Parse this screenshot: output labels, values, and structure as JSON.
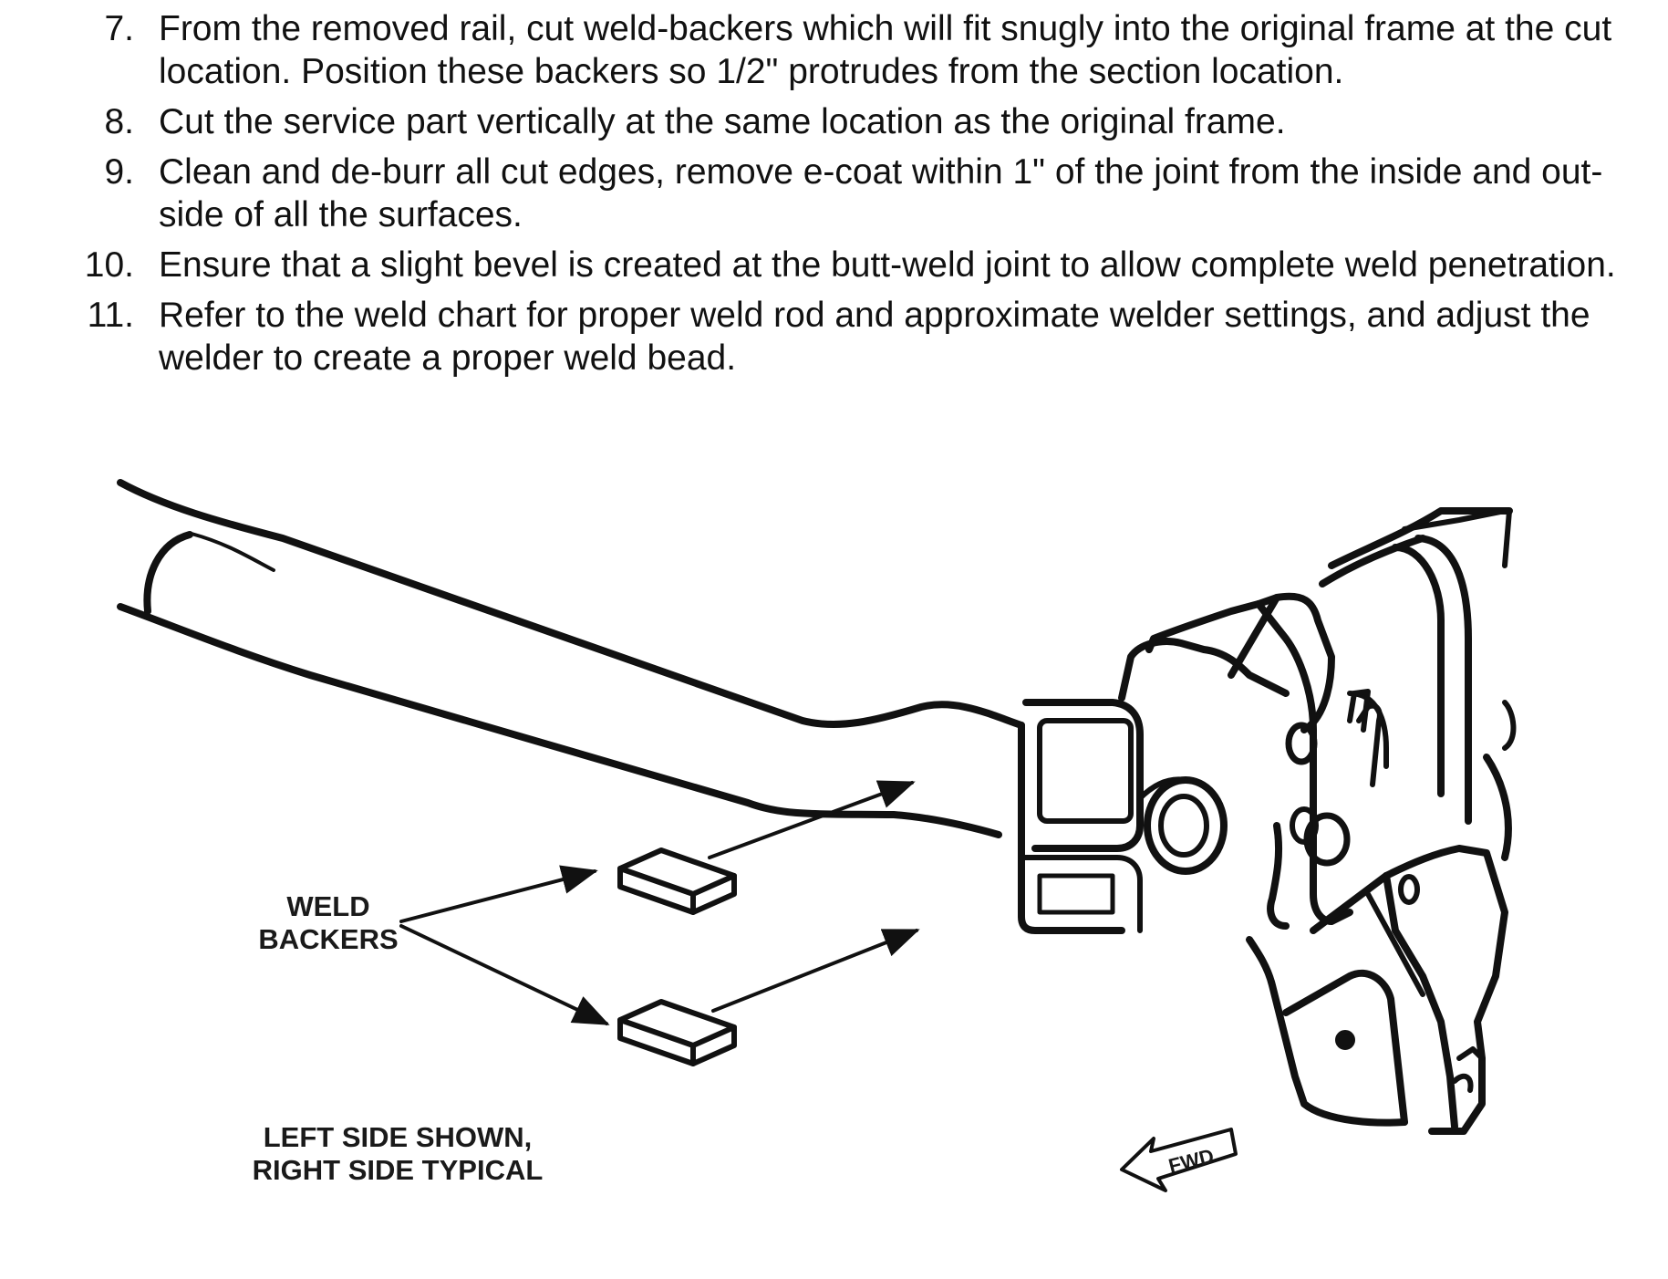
{
  "steps": [
    {
      "num": "7.",
      "text": "From the removed rail, cut weld-backers which will fit snugly into the original frame at the cut\nlocation.  Position these backers so 1/2\" protrudes from the section location."
    },
    {
      "num": "8.",
      "text": "Cut the service part vertically at the same location as the original frame."
    },
    {
      "num": "9.",
      "text": "Clean and de-burr all cut edges, remove e-coat within 1\" of the joint from the inside and out-\nside of all the surfaces."
    },
    {
      "num": "10.",
      "text": "Ensure that a slight bevel is created at the butt-weld joint to allow complete weld penetration."
    },
    {
      "num": "11.",
      "text": "Refer to the weld chart for proper weld rod and approximate welder settings, and adjust the\nwelder to create a proper weld bead."
    }
  ],
  "figure": {
    "label_weld_line1": "WELD",
    "label_weld_line2": "BACKERS",
    "label_side_line1": "LEFT SIDE SHOWN,",
    "label_side_line2": "RIGHT SIDE TYPICAL",
    "label_fwd": "FWD"
  }
}
